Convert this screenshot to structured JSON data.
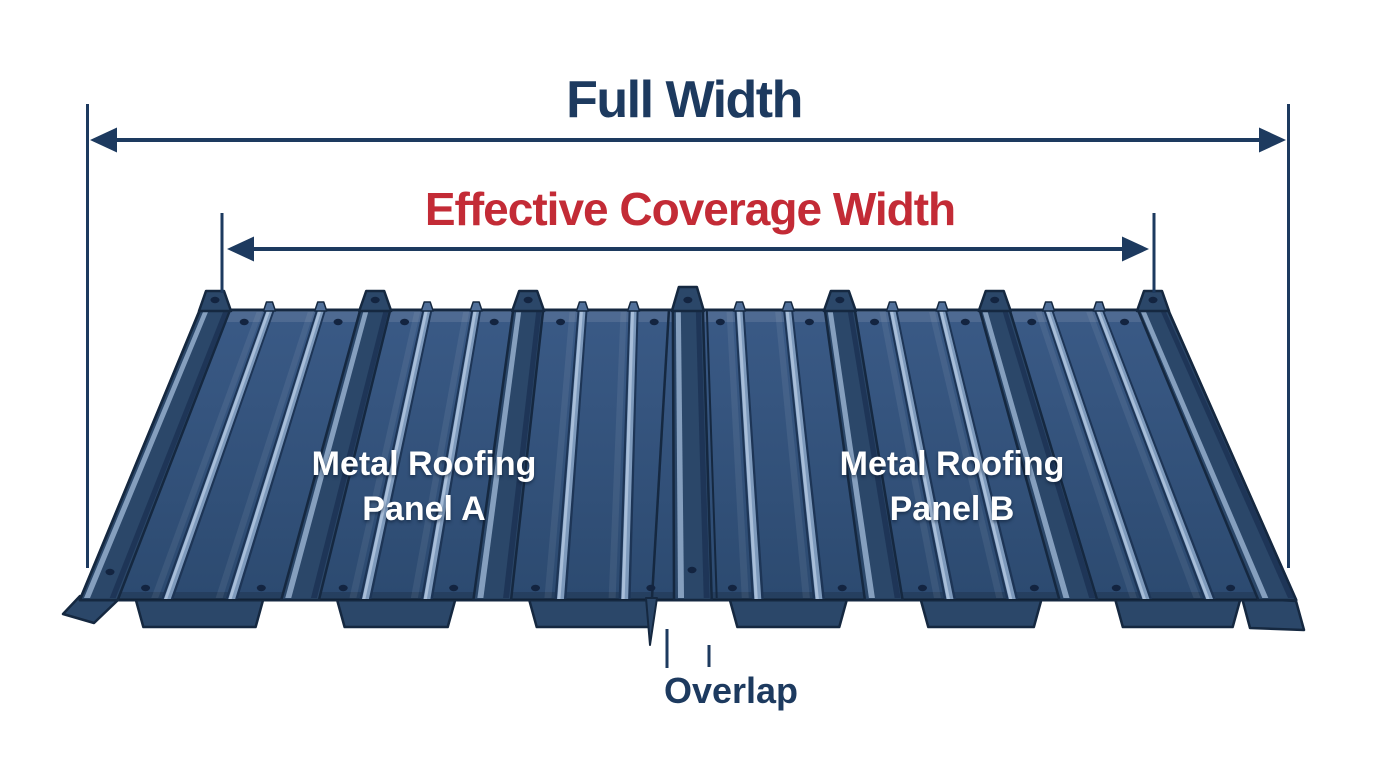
{
  "labels": {
    "full_width": "Full Width",
    "effective_coverage": "Effective Coverage Width",
    "panel_a_line1": "Metal Roofing",
    "panel_a_line2": "Panel A",
    "panel_b_line1": "Metal Roofing",
    "panel_b_line2": "Panel B",
    "overlap": "Overlap"
  },
  "colors": {
    "background": "#ffffff",
    "measure_navy": "#1d3a5f",
    "title_red": "#c32b36",
    "panel_label_white": "#ffffff",
    "panel_pan_top": "#3a5a86",
    "panel_pan_bottom": "#2c4a70",
    "panel_rib": "#2b4769",
    "panel_rib_shadow": "#1d3556",
    "panel_highlight": "#8fa9c8",
    "panel_minor_light": "#7e9abc",
    "panel_minor_bright": "#a8bed9",
    "panel_outline": "#152840",
    "screw_dot": "#132440"
  }
}
